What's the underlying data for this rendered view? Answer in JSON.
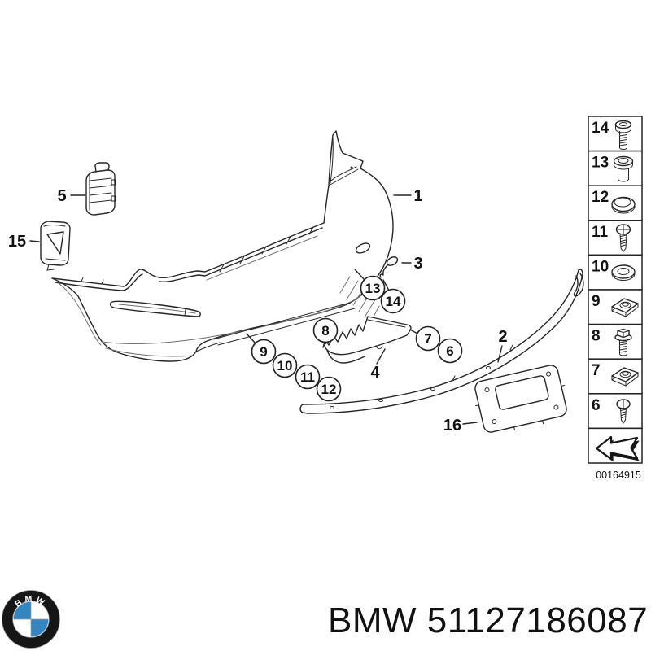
{
  "callouts": {
    "plain": [
      {
        "label": "1"
      },
      {
        "label": "2"
      },
      {
        "label": "3"
      },
      {
        "label": "4"
      },
      {
        "label": "5"
      },
      {
        "label": "15"
      },
      {
        "label": "16"
      }
    ],
    "circled": [
      {
        "label": "13"
      },
      {
        "label": "14"
      },
      {
        "label": "8"
      },
      {
        "label": "7"
      },
      {
        "label": "6"
      },
      {
        "label": "9"
      },
      {
        "label": "10"
      },
      {
        "label": "11"
      },
      {
        "label": "12"
      }
    ]
  },
  "legend": {
    "diagram_number": "00164915",
    "items": [
      {
        "number": "14",
        "icon": "machine-screw"
      },
      {
        "number": "13",
        "icon": "threaded-sleeve"
      },
      {
        "number": "12",
        "icon": "grommet"
      },
      {
        "number": "11",
        "icon": "tapping-screw"
      },
      {
        "number": "10",
        "icon": "washer"
      },
      {
        "number": "9",
        "icon": "clip-nut"
      },
      {
        "number": "8",
        "icon": "hex-flange-screw"
      },
      {
        "number": "7",
        "icon": "clip-nut"
      },
      {
        "number": "6",
        "icon": "tapping-screw"
      },
      {
        "number": "",
        "icon": "continue-arrow"
      }
    ]
  },
  "footer": {
    "part_number": "BMW 51127186087",
    "logo_letters": "BMW"
  },
  "colors": {
    "line": "#262626",
    "background": "#ffffff",
    "bmw_blue": "#3586c0"
  }
}
